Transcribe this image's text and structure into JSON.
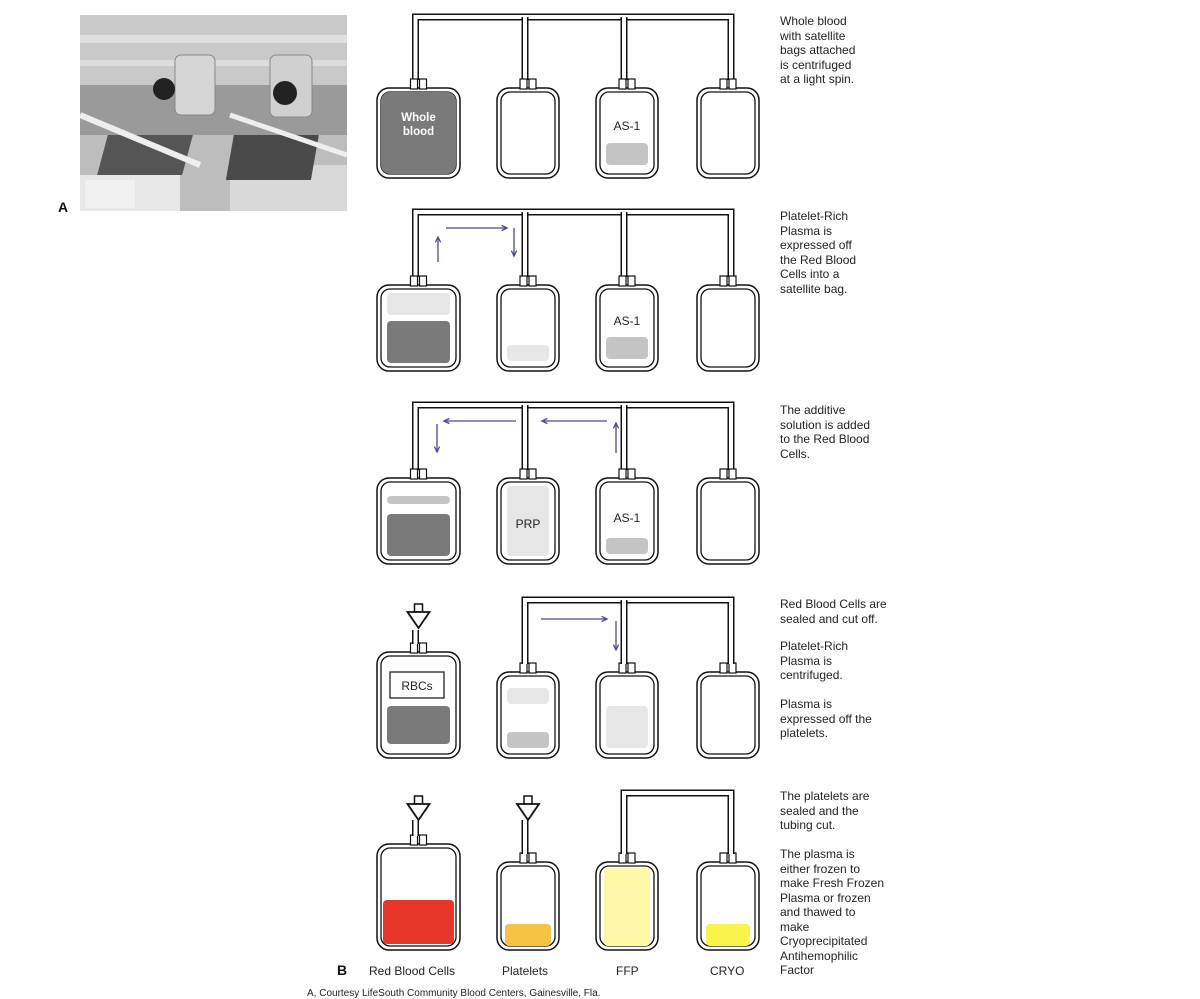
{
  "photo": {
    "panel_letter": "A"
  },
  "panel_b_letter": "B",
  "step_descriptions": [
    "Whole blood\nwith satellite\nbags attached\nis centrifuged\nat a light spin.",
    "Platelet-Rich\nPlasma is\nexpressed off\nthe Red Blood\nCells into a\nsatellite bag.",
    "The additive\nsolution is added\nto the Red Blood\nCells.",
    "Red Blood Cells are\nsealed and cut off.",
    "Platelet-Rich\nPlasma is\ncentrifuged.",
    "Plasma is\nexpressed off the\nplatelets.",
    "The platelets are\nsealed and the\ntubing cut.",
    "The plasma is\neither frozen to\nmake Fresh Frozen\nPlasma or frozen\nand thawed to\nmake\nCryoprecipitated\nAntihemophilic\nFactor"
  ],
  "bag_labels": {
    "whole_blood": "Whole\nblood",
    "as1": "AS-1",
    "prp": "PRP",
    "rbcs": "RBCs"
  },
  "bottom_labels": [
    "Red Blood Cells",
    "Platelets",
    "FFP",
    "CRYO"
  ],
  "credit": "A, Courtesy LifeSouth Community Blood Centers, Gainesville, Fla.",
  "colors": {
    "outline": "#111111",
    "dark_fill": "#7a7a7a",
    "light_fill": "#e6e6e6",
    "mid_fill": "#c4c4c4",
    "arrow": "#4a4890",
    "rbc_red": "#e8352a",
    "platelet_orange": "#f5c242",
    "ffp_yellow": "#fdf8a8",
    "cryo_yellow": "#f9f34a"
  }
}
